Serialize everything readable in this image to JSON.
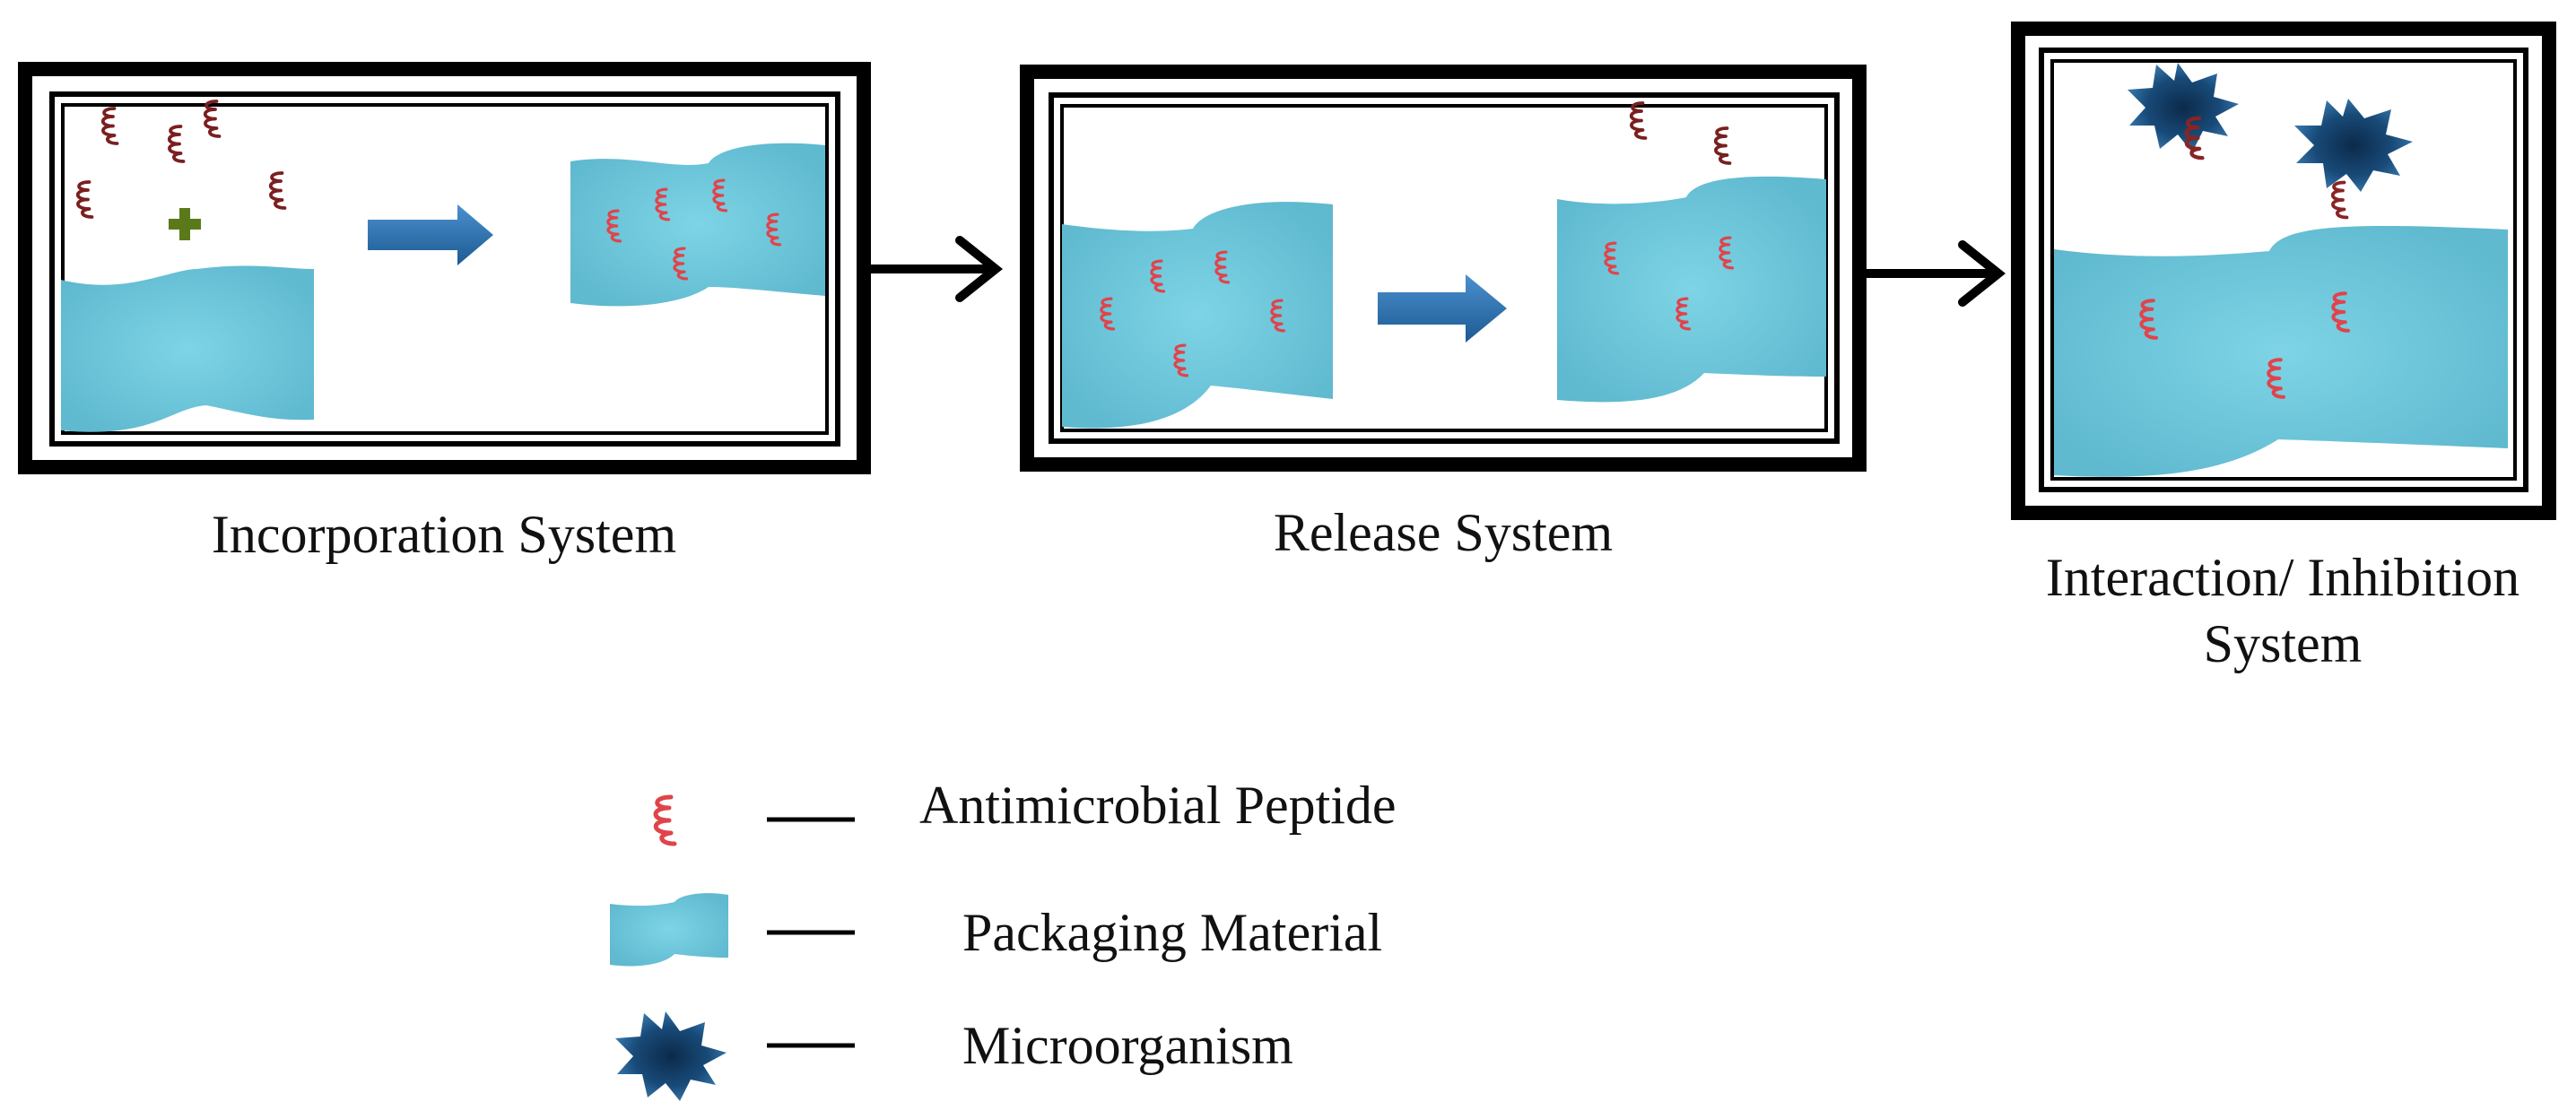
{
  "panels": [
    {
      "id": "incorporation",
      "label": "Incorporation System"
    },
    {
      "id": "release",
      "label": "Release System"
    },
    {
      "id": "interaction",
      "label_line1": "Interaction/ Inhibition",
      "label_line2": "System"
    }
  ],
  "legend": {
    "peptide_label": "Antimicrobial Peptide",
    "material_label": "Packaging Material",
    "microorganism_label": "Microorganism"
  },
  "colors": {
    "packaging_material": "#74cde0",
    "peptide_dark": "#7a1f1f",
    "peptide_red": "#e0444a",
    "microorganism": "#1f5f8f",
    "arrow_blue": "#2f73b3",
    "frame": "#000000",
    "plus": "#5a7a1a"
  }
}
